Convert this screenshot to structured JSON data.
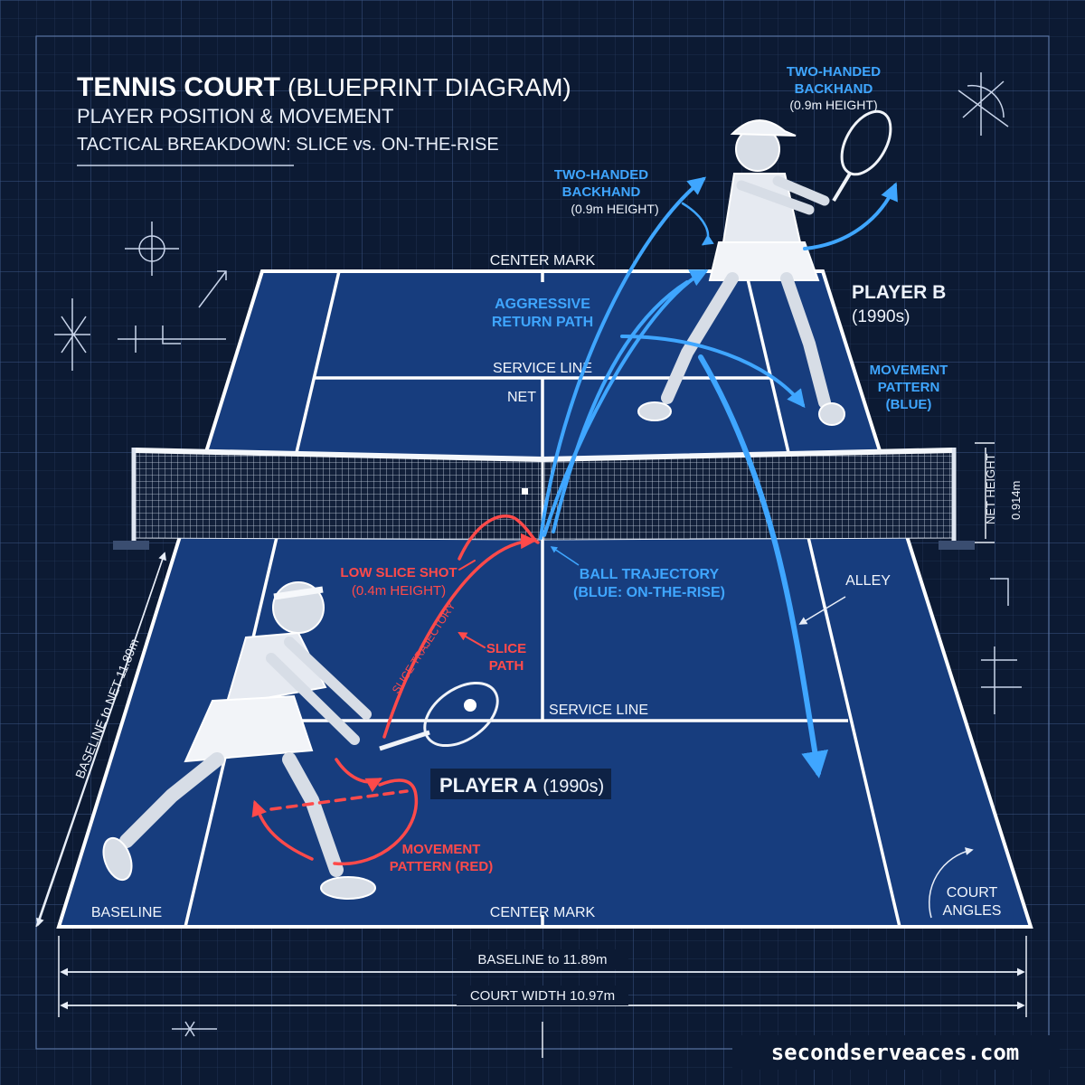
{
  "header": {
    "title_bold": "TENNIS COURT",
    "title_rest": "(BLUEPRINT DIAGRAM)",
    "subtitle_1": "PLAYER POSITION & MOVEMENT",
    "subtitle_2": "TACTICAL BREAKDOWN: SLICE vs. ON-THE-RISE"
  },
  "court_labels": {
    "center_mark_far": "CENTER MARK",
    "service_line_far": "SERVICE LINE",
    "net": "NET",
    "service_line_near": "SERVICE LINE",
    "baseline": "BASELINE",
    "center_mark_near": "CENTER MARK",
    "alley": "ALLEY",
    "court_angles_1": "COURT",
    "court_angles_2": "ANGLES"
  },
  "player_b": {
    "name": "PLAYER B",
    "era": "(1990s)",
    "top_backhand_1": "TWO-HANDED",
    "top_backhand_2": "BACKHAND",
    "top_backhand_3": "(0.9m HEIGHT)",
    "backhand_1": "TWO-HANDED",
    "backhand_2": "BACKHAND",
    "backhand_3": "(0.9m HEIGHT)",
    "return_1": "AGGRESSIVE",
    "return_2": "RETURN PATH",
    "movement_1": "MOVEMENT",
    "movement_2": "PATTERN",
    "movement_3": "(BLUE)"
  },
  "player_a": {
    "name": "PLAYER A",
    "era": "(1990s)",
    "slice_shot_1": "LOW SLICE SHOT",
    "slice_shot_2": "(0.4m HEIGHT)",
    "slice_trajectory": "SLICE TRAJECTORY",
    "slice_path_1": "SLICE",
    "slice_path_2": "PATH",
    "movement_1": "MOVEMENT",
    "movement_2": "PATTERN (RED)"
  },
  "ball": {
    "label_1": "BALL TRAJECTORY",
    "label_2": "(BLUE: ON-THE-RISE)"
  },
  "dimensions": {
    "baseline_to_net": "BASELINE to NET 11.89m",
    "net_height_1": "NET HEIGHT",
    "net_height_2": "0.914m",
    "baseline_to": "BASELINE to 11.89m",
    "court_width": "COURT WIDTH 10.97m"
  },
  "footer": {
    "site": "secondserveaces.com"
  },
  "colors": {
    "background": "#0c1a33",
    "court": "#173d7e",
    "lines": "#ffffff",
    "blue_path": "#3fa6ff",
    "red_path": "#ff4a4a"
  }
}
